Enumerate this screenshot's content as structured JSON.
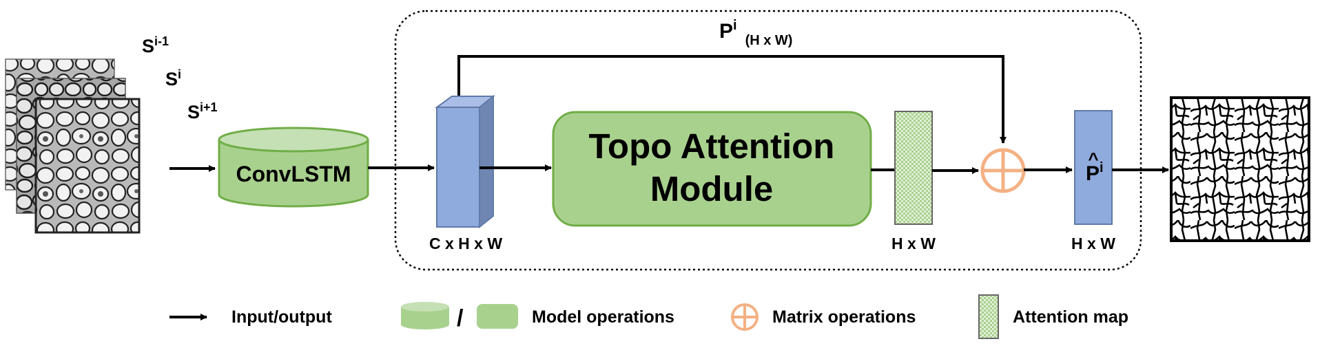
{
  "inputs": {
    "slice_prev": {
      "base": "S",
      "sup": "i-1"
    },
    "slice_cur": {
      "base": "S",
      "sup": "i"
    },
    "slice_next": {
      "base": "S",
      "sup": "i+1"
    }
  },
  "convlstm": {
    "label": "ConvLSTM"
  },
  "feature_block": {
    "dims": "C x H x W"
  },
  "skip": {
    "base": "P",
    "sup": "i",
    "sub": "(H x W)"
  },
  "topo_module": {
    "line1": "Topo Attention",
    "line2": "Module"
  },
  "attention_block": {
    "dims": "H x W"
  },
  "output_block": {
    "base": "P",
    "hat": "^",
    "sup": "i",
    "dims": "H x W"
  },
  "legend": {
    "arrow": "Input/output",
    "separator": "/",
    "model_ops": "Model operations",
    "matrix_ops": "Matrix operations",
    "attention_map": "Attention map"
  },
  "colors": {
    "green_fill": "#a9d18e",
    "green_stroke": "#70ad47",
    "blue_fill": "#8faadc",
    "blue_side": "#6f86b3",
    "orange": "#f4b183"
  }
}
